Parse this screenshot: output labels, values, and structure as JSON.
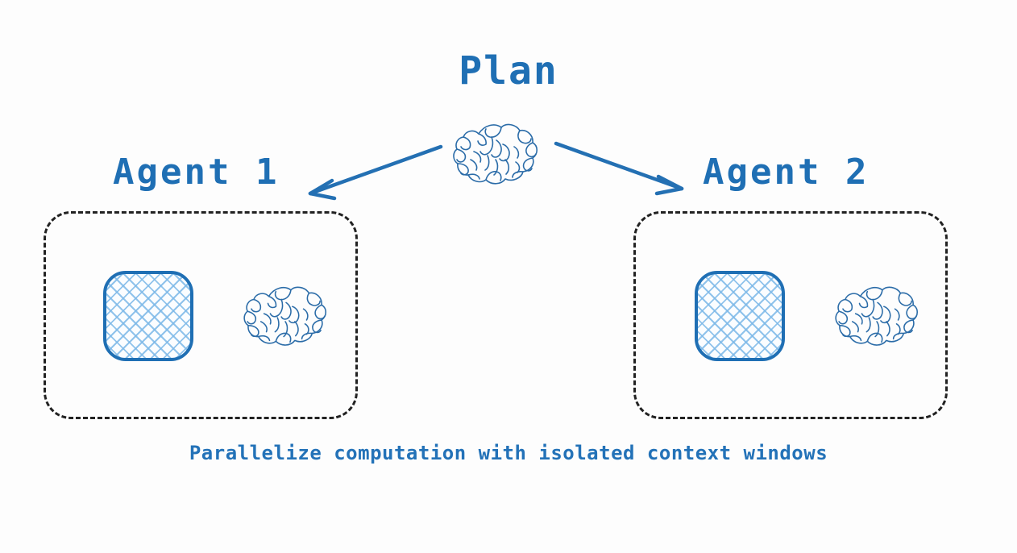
{
  "diagram": {
    "title": "Plan",
    "caption": "Parallelize computation with isolated context windows",
    "colors": {
      "accent_blue": "#1f6fb4",
      "caption_blue": "#2372b8",
      "hatch_blue": "#7db9e8",
      "dashed_border": "#222222",
      "background": "#fdfdfd"
    },
    "root_node": {
      "label": "Plan",
      "icon": "brain-icon"
    },
    "agents": [
      {
        "label": "Agent 1",
        "context_window_icon": "context-window-icon",
        "brain_icon": "brain-icon"
      },
      {
        "label": "Agent 2",
        "context_window_icon": "context-window-icon",
        "brain_icon": "brain-icon"
      }
    ],
    "connections": [
      {
        "from": "Plan",
        "to": "Agent 1",
        "style": "arrow"
      },
      {
        "from": "Plan",
        "to": "Agent 2",
        "style": "arrow"
      }
    ]
  }
}
